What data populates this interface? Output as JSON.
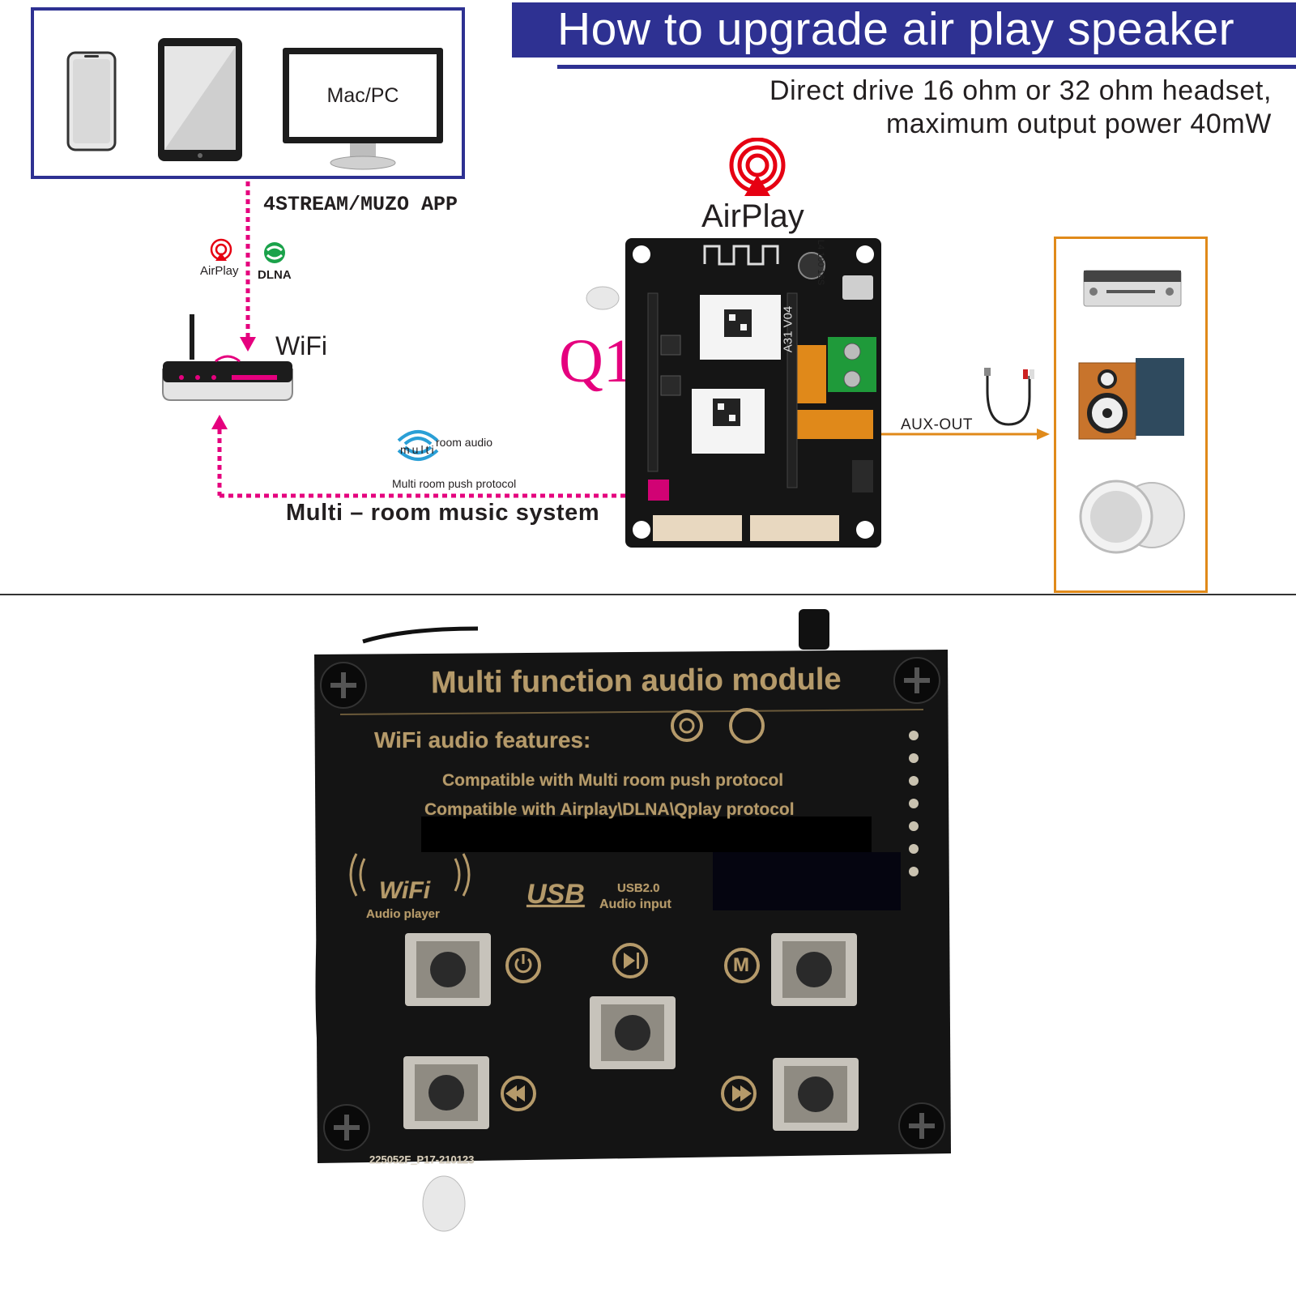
{
  "header": {
    "title": "How to upgrade air play speaker",
    "subtitle_line1": "Direct drive 16 ohm or 32 ohm headset,",
    "subtitle_line2": "maximum output power 40mW"
  },
  "devices": {
    "monitor_label": "Mac/PC",
    "app_label": "4STREAM/MUZO  APP"
  },
  "network": {
    "airplay_small": "AirPlay",
    "dlna_small": "DLNA",
    "wifi_label": "WiFi",
    "multiroom_logo_text_a": "multi",
    "multiroom_logo_text_b": "room audio",
    "multiroom_protocol": "Multi room push protocol",
    "multiroom_system": "Multi – room  music system"
  },
  "module": {
    "q1_label": "Q1",
    "airplay_label": "AirPlay",
    "aux_out": "AUX-OUT",
    "chip_text_1": "L4 100 16S",
    "board_rev": "A31 V04"
  },
  "photo": {
    "board_title": "Multi function audio module",
    "features_heading": "WiFi audio features:",
    "line1": "Compatible with Multi room push protocol",
    "line2": "Compatible with Airplay\\DLNA\\Qplay protocol",
    "wifi_logo": "WiFi",
    "wifi_sub": "Audio player",
    "usb_logo": "USB",
    "usb_version": "USB2.0",
    "usb_sub": "Audio input",
    "m_button_label": "M",
    "part_number": "225052F_P17-210123"
  },
  "colors": {
    "brand_blue": "#2e3192",
    "magenta": "#e5007e",
    "orange": "#e08a1a",
    "airplay_red": "#e60012",
    "dlna_green": "#1aa24a",
    "multiroom_blue": "#2a9fd6",
    "pcb_black": "#141414",
    "silk_gold": "#b59a6a"
  }
}
